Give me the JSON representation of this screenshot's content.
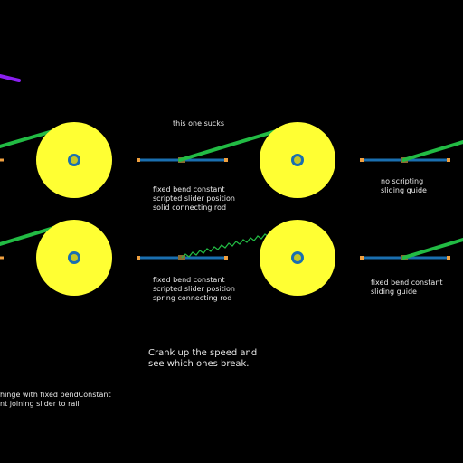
{
  "labels": {
    "this_one_sucks": "this one sucks",
    "setup_a": "fixed bend constant\nscripted slider position\nsolid connecting rod",
    "setup_b": "no scripting\nsliding guide",
    "setup_c": "fixed bend constant\nscripted slider position\nspring connecting rod",
    "setup_d": "fixed bend constant\nsliding guide",
    "crank_note": "Crank up the speed and\nsee which ones break.",
    "hinge_note": "hinge with fixed bendConstant\nnt joining slider to rail"
  },
  "colors": {
    "background": "#000000",
    "wheel": "#ffff33",
    "hub_outer": "#1a6fb0",
    "hub_inner": "#c8c820",
    "rail": "#1a6fb0",
    "rail_end": "#f0a040",
    "slider": "#8a6a30",
    "rod": "#22bb44",
    "spring": "#22bb44",
    "purple_rod": "#8a1ff0",
    "text": "#e8e8e8"
  }
}
